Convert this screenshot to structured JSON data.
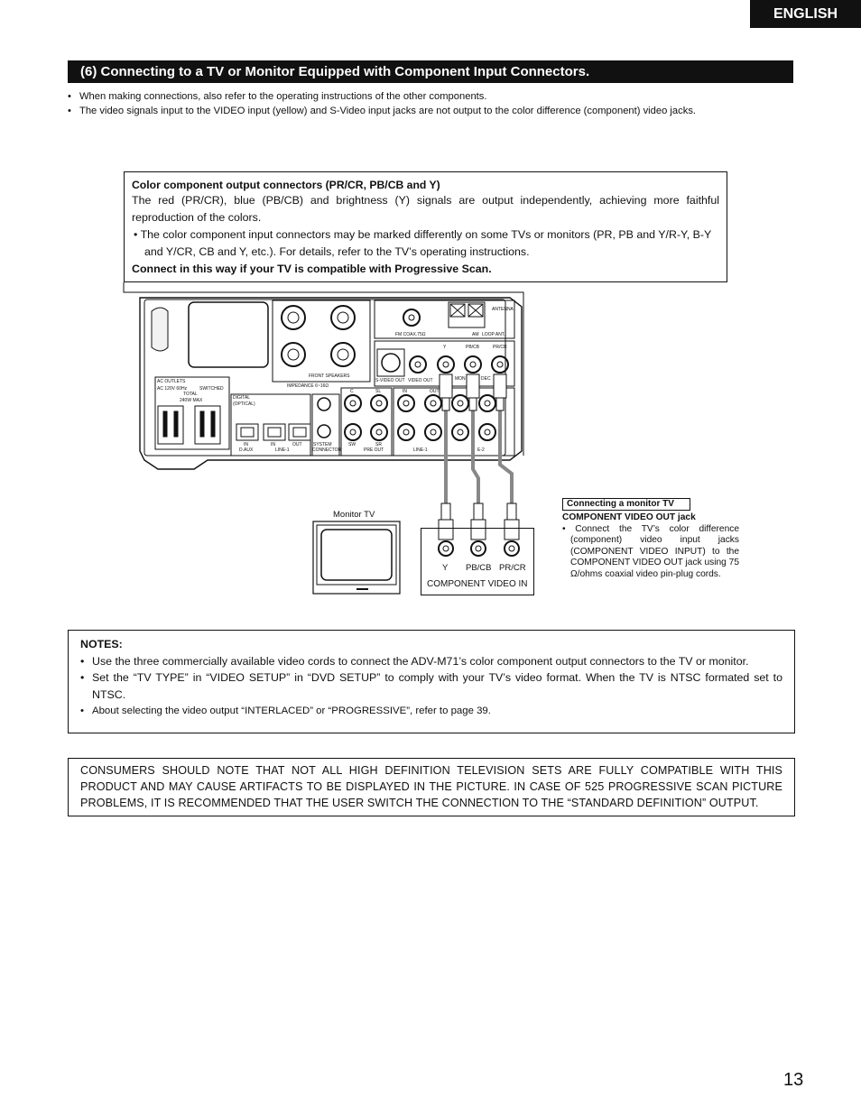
{
  "language_tab": "ENGLISH",
  "section_title": "(6) Connecting to a TV or Monitor Equipped with Component Input Connectors.",
  "intro_bullets": [
    "When making connections, also refer to the operating instructions of the other components.",
    "The video signals input to the VIDEO input (yellow) and S-Video input jacks are not output to the color difference (component) video jacks."
  ],
  "info_box": {
    "heading": "Color component output connectors (PR/CR, PB/CB and Y)",
    "para": "The red (PR/CR), blue (PB/CB) and brightness (Y) signals are output independently, achieving more faithful reproduction of the colors.",
    "bullet": "The color component input connectors may be marked differently on some TVs or monitors (PR, PB and Y/R-Y, B-Y and Y/CR, CB and Y, etc.).  For details, refer to the TV’s operating instructions.",
    "emphasis": "Connect in this way if your TV is compatible with Progressive Scan."
  },
  "rear_panel": {
    "antenna": "ANTENNA",
    "fm": "FM COAX.75Ω",
    "am": "AM",
    "loop": "LOOP ANT.",
    "y": "Y",
    "pb": "PB/CB",
    "pr": "PR/CR",
    "s_video_out": "S-VIDEO OUT",
    "video_out": "VIDEO OUT",
    "front_speakers": "FRONT SPEAKERS",
    "impedance": "IMPEDANCE 6~16Ω",
    "ac_outlets": "AC OUTLETS",
    "ac_rating": "AC 120V 60Hz",
    "switched": "SWITCHED",
    "total": "TOTAL",
    "max": "240W MAX",
    "digital": "DIGITAL",
    "optical": "(OPTICAL)",
    "in_daux": "IN",
    "daux": "D.AUX",
    "line1": "LINE-1",
    "in_label": "IN",
    "out_label": "OUT",
    "system_connector": "SYSTEM",
    "connector": "CONNECTOR",
    "sw": "SW",
    "sr": "SR",
    "pre_out": "PRE OUT",
    "c_label": "C",
    "sl_label": "SL",
    "e2": "E-2",
    "mon": "MON",
    "dec": "DEC"
  },
  "monitor_label": "Monitor TV",
  "component_in": {
    "y": "Y",
    "pb": "PB/CB",
    "pr": "PR/CR",
    "caption": "COMPONENT VIDEO IN"
  },
  "side_note": {
    "tag": "Connecting a monitor TV",
    "jack": "COMPONENT VIDEO OUT jack",
    "text": "• Connect the TV’s color difference (component) video input jacks (COMPONENT VIDEO INPUT) to the COMPONENT VIDEO OUT jack using 75 Ω/ohms coaxial video pin-plug cords."
  },
  "notes": {
    "heading": "NOTES:",
    "items": [
      "Use the three commercially available video cords to connect the ADV-M71’s color component output connectors to the TV or monitor.",
      "Set the “TV TYPE” in “VIDEO SETUP” in “DVD SETUP” to comply with your TV’s video format. When the TV is NTSC formated set to NTSC.",
      "About selecting the video output “INTERLACED” or “PROGRESSIVE”, refer to page 39."
    ]
  },
  "consumer_notice": "CONSUMERS SHOULD NOTE THAT NOT ALL HIGH DEFINITION TELEVISION SETS ARE FULLY COMPATIBLE WITH THIS PRODUCT AND MAY CAUSE ARTIFACTS TO BE DISPLAYED IN THE PICTURE. IN CASE OF 525 PROGRESSIVE SCAN PICTURE PROBLEMS, IT IS RECOMMENDED THAT THE USER SWITCH THE CONNECTION TO THE “STANDARD DEFINITION” OUTPUT.",
  "page_number": "13"
}
